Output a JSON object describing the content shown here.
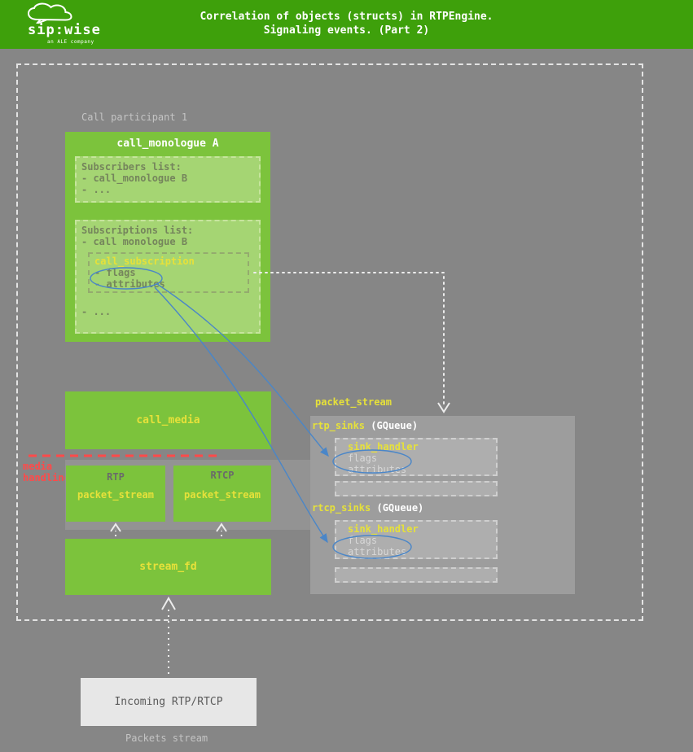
{
  "header": {
    "title_line1": "Correlation of objects (structs) in RTPEngine.",
    "title_line2": "Signaling events. (Part 2)",
    "logo": {
      "brand": "sip:wise",
      "tagline": "an ALE company"
    }
  },
  "diagram": {
    "call_participant_label": "Call participant 1",
    "media_handling": [
      "media",
      "handling"
    ],
    "packets_stream_label": "Packets stream",
    "monologue": {
      "title": "call_monologue A",
      "subscribers_heading": "Subscribers list:",
      "subscribers_item1": "- call_monologue B",
      "subscribers_item2": "- ...",
      "subscriptions_heading": "Subscriptions list:",
      "subscriptions_item1": "- call monologue B",
      "subscription_title": "call_subscription",
      "subscription_flags": "- flags",
      "subscription_attributes": "- attributes",
      "subscriptions_item2": "- ..."
    },
    "call_media_title": "call_media",
    "rtp_label": "RTP",
    "rtp_title": "packet_stream",
    "rtcp_label": "RTCP",
    "rtcp_title": "packet_stream",
    "stream_fd_title": "stream_fd",
    "incoming_title": "Incoming RTP/RTCP",
    "panel": {
      "title": "packet_stream",
      "rtp_sinks": "rtp_sinks",
      "rtp_sinks_type": "(GQueue)",
      "rtcp_sinks": "rtcp_sinks",
      "rtcp_sinks_type": "(GQueue)",
      "sink1_title": "sink_handler",
      "sink1_flags": "flags",
      "sink1_attributes": "attributes",
      "sink2_title": "sink_handler",
      "sink2_flags": "flags",
      "sink2_attributes": "attributes"
    }
  },
  "colors": {
    "header_green": "#3ea00b",
    "background_gray": "#868686",
    "box_green": "#7cc33c",
    "light_green": "#a5d573",
    "accent_yellow": "#e6e13a",
    "panel_gray": "#9d9d9d",
    "inner_gray": "#aeaeae",
    "alert_red": "#ff4a4a",
    "highlight_blue": "#4a86c8"
  }
}
